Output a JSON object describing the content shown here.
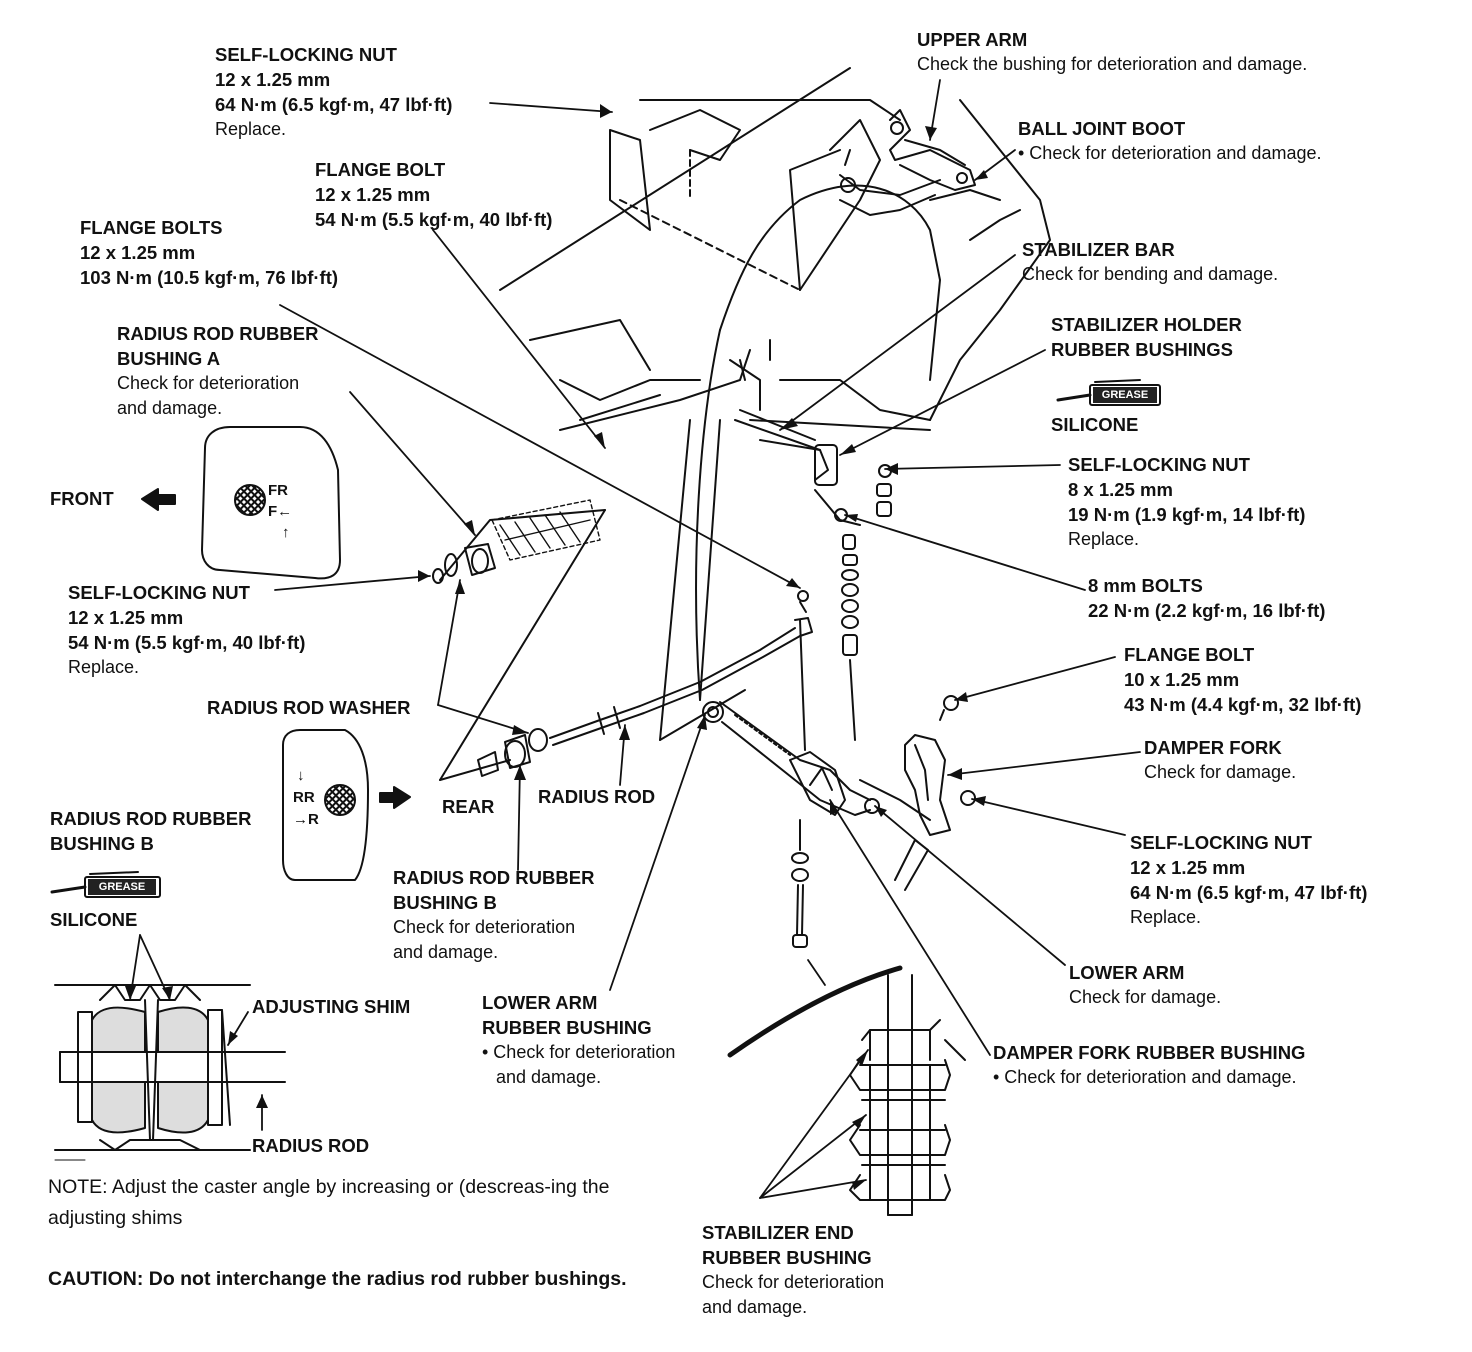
{
  "labels": {
    "self_locking_nut_top": [
      "SELF-LOCKING NUT",
      "12 x 1.25 mm",
      "64 N·m (6.5 kgf·m, 47 lbf·ft)",
      "Replace."
    ],
    "flange_bolt_upper": [
      "FLANGE BOLT",
      "12 x 1.25 mm",
      "54 N·m (5.5 kgf·m, 40 lbf·ft)"
    ],
    "flange_bolts": [
      "FLANGE BOLTS",
      "12 x 1.25 mm",
      "103 N·m (10.5 kgf·m, 76 lbf·ft)"
    ],
    "radius_rod_bushing_a": [
      "RADIUS ROD RUBBER",
      "BUSHING A",
      "Check for deterioration",
      "and damage."
    ],
    "self_locking_nut_left": [
      "SELF-LOCKING NUT",
      "12 x 1.25 mm",
      "54 N·m (5.5 kgf·m, 40 lbf·ft)",
      "Replace."
    ],
    "radius_rod_washer": [
      "RADIUS ROD WASHER"
    ],
    "radius_rod_bushing_b_left": [
      "RADIUS ROD RUBBER",
      "BUSHING B"
    ],
    "silicone_left": [
      "SILICONE"
    ],
    "adjusting_shim": [
      "ADJUSTING SHIM"
    ],
    "radius_rod_inset": [
      "RADIUS ROD"
    ],
    "radius_rod_main": [
      "RADIUS ROD"
    ],
    "radius_rod_bushing_b_center": [
      "RADIUS ROD RUBBER",
      "BUSHING B",
      "Check for deterioration",
      "and damage."
    ],
    "lower_arm_rubber_bushing": [
      "LOWER ARM",
      "RUBBER BUSHING",
      "• Check for deterioration",
      "and damage."
    ],
    "stabilizer_end_bushing": [
      "STABILIZER END",
      "RUBBER BUSHING",
      "Check for deterioration",
      "and damage."
    ],
    "upper_arm": [
      "UPPER ARM",
      "Check the bushing for deterioration and damage."
    ],
    "ball_joint_boot": [
      "BALL JOINT BOOT",
      "• Check for deterioration and damage."
    ],
    "stabilizer_bar": [
      "STABILIZER BAR",
      "Check for bending and damage."
    ],
    "stabilizer_holder_bushings": [
      "STABILIZER HOLDER",
      "RUBBER BUSHINGS"
    ],
    "silicone_right": [
      "SILICONE"
    ],
    "self_locking_nut_8": [
      "SELF-LOCKING NUT",
      "8 x 1.25 mm",
      "19 N·m (1.9 kgf·m, 14 lbf·ft)",
      "Replace."
    ],
    "bolts_8mm": [
      "8 mm BOLTS",
      "22 N·m (2.2 kgf·m, 16 lbf·ft)"
    ],
    "flange_bolt_10": [
      "FLANGE BOLT",
      "10 x 1.25 mm",
      "43 N·m (4.4 kgf·m, 32 lbf·ft)"
    ],
    "damper_fork": [
      "DAMPER FORK",
      "Check for damage."
    ],
    "self_locking_nut_right": [
      "SELF-LOCKING NUT",
      "12 x 1.25 mm",
      "64 N·m (6.5 kgf·m, 47 lbf·ft)",
      "Replace."
    ],
    "lower_arm": [
      "LOWER ARM",
      "Check for damage."
    ],
    "damper_fork_bushing": [
      "DAMPER FORK RUBBER BUSHING",
      "• Check for deterioration and damage."
    ]
  },
  "direction": {
    "front": "FRONT",
    "rear": "REAR",
    "badge_front": [
      "FR",
      "F←",
      "↑"
    ],
    "badge_rear": [
      "↓",
      "RR",
      "→R"
    ]
  },
  "grease_tag": "GREASE",
  "note": "NOTE:  Adjust the caster angle by increasing or (descreas-ing the adjusting shims",
  "caution": "CAUTION:  Do not interchange the radius rod rubber bushings."
}
